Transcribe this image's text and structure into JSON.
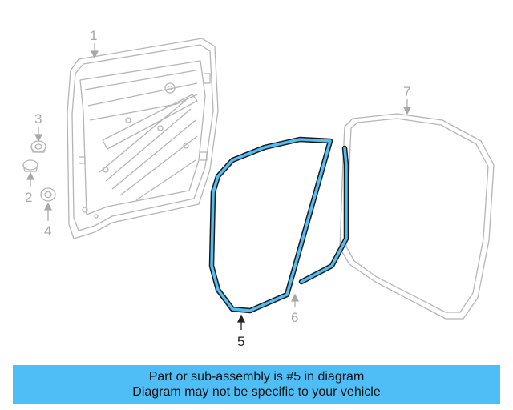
{
  "callouts": {
    "c1": "1",
    "c2": "2",
    "c3": "3",
    "c4": "4",
    "c5": "5",
    "c6": "6",
    "c7": "7"
  },
  "highlight_part": "5",
  "caption": {
    "line1": "Part or sub-assembly is #5 in diagram",
    "line2": "Diagram may not be specific to your vehicle"
  },
  "colors": {
    "highlight_fill": "#4fbef7",
    "line_dim": "#b5b5b5",
    "line_active": "#1a1a1a",
    "caption_bg": "#4fbef7"
  }
}
